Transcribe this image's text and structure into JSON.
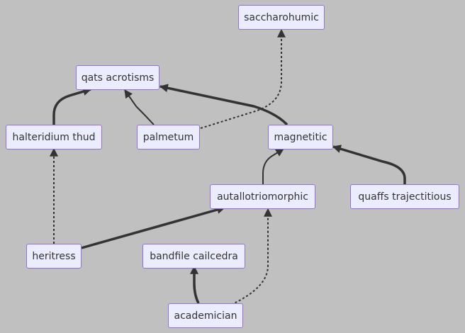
{
  "colors": {
    "background": "#c0c0c0",
    "node_fill": "#ececff",
    "node_border": "#9370db",
    "edge": "#333333",
    "text": "#333333"
  },
  "nodes": {
    "saccharohumic": "saccharohumic",
    "qats_acrotisms": "qats acrotisms",
    "halteridium_thud": "halteridium thud",
    "palmetum": "palmetum",
    "magnetitic": "magnetitic",
    "autallotriomorphic": "autallotriomorphic",
    "quaffs_trajectitious": "quaffs trajectitious",
    "heritress": "heritress",
    "bandfile_cailcedra": "bandfile cailcedra",
    "academician": "academician"
  },
  "edges": [
    {
      "from": "halteridium_thud",
      "to": "qats_acrotisms",
      "style": "thick"
    },
    {
      "from": "palmetum",
      "to": "qats_acrotisms",
      "style": "normal"
    },
    {
      "from": "magnetitic",
      "to": "qats_acrotisms",
      "style": "thick"
    },
    {
      "from": "palmetum",
      "to": "saccharohumic",
      "style": "dotted"
    },
    {
      "from": "autallotriomorphic",
      "to": "magnetitic",
      "style": "normal"
    },
    {
      "from": "quaffs_trajectitious",
      "to": "magnetitic",
      "style": "thick"
    },
    {
      "from": "heritress",
      "to": "halteridium_thud",
      "style": "dotted"
    },
    {
      "from": "heritress",
      "to": "autallotriomorphic",
      "style": "thick"
    },
    {
      "from": "academician",
      "to": "bandfile_cailcedra",
      "style": "thick"
    },
    {
      "from": "academician",
      "to": "autallotriomorphic",
      "style": "dotted"
    }
  ]
}
